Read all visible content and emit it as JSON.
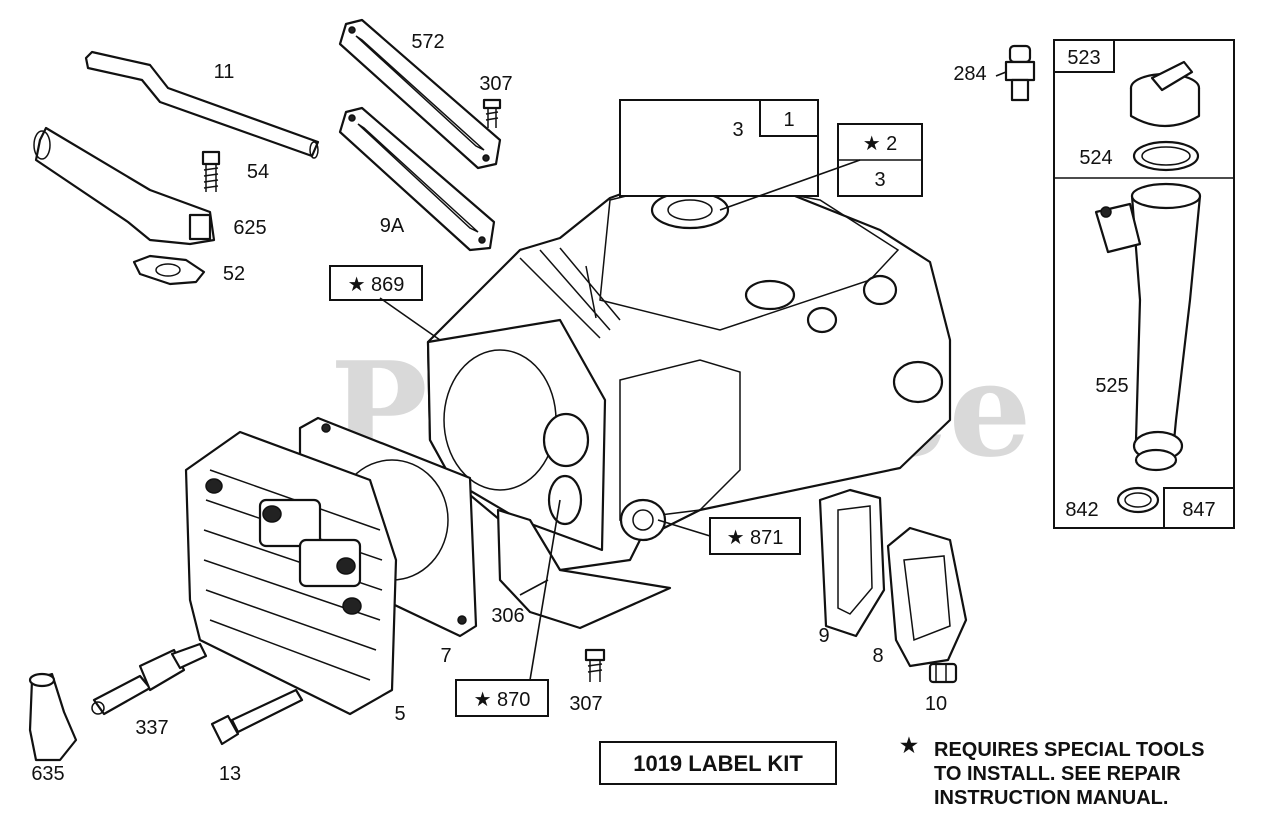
{
  "watermark": "PartsTree",
  "labels": {
    "p11": "11",
    "p54": "54",
    "p625": "625",
    "p52": "52",
    "p572": "572",
    "p307a": "307",
    "p9A": "9A",
    "p3": "3",
    "p284": "284",
    "p524": "524",
    "p525": "525",
    "p842": "842",
    "p306": "306",
    "p7": "7",
    "p5": "5",
    "p9": "9",
    "p8": "8",
    "p10": "10",
    "p307b": "307",
    "p337": "337",
    "p13": "13",
    "p635": "635"
  },
  "boxes": {
    "b1": "1",
    "b2": "★ 2",
    "b3": "3",
    "b869": "★ 869",
    "b871": "★ 871",
    "b870": "★ 870",
    "b523": "523",
    "b847": "847"
  },
  "label_kit": "1019 LABEL KIT",
  "note": {
    "star": "★",
    "line1": "REQUIRES SPECIAL TOOLS",
    "line2": "TO INSTALL.  SEE REPAIR",
    "line3": "INSTRUCTION MANUAL."
  }
}
